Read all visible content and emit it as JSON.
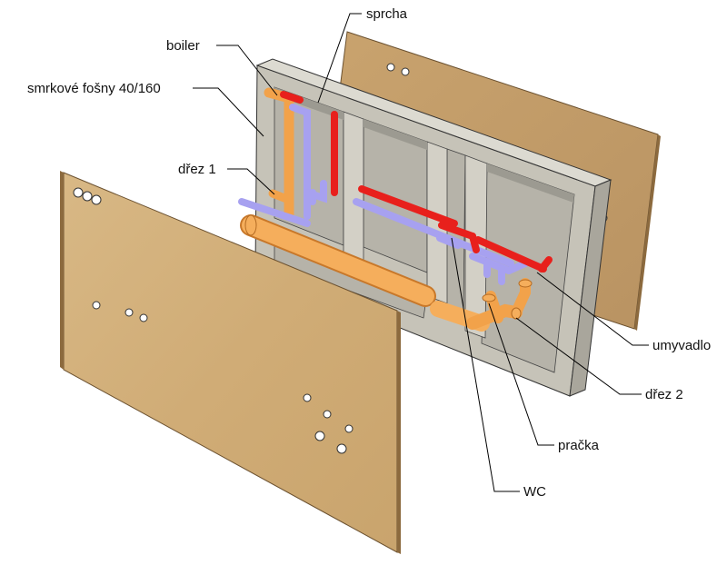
{
  "labels": {
    "sprcha": "sprcha",
    "boiler": "boiler",
    "smrkove_fosny": "smrkové fošny 40/160",
    "drez1": "dřez 1",
    "umyvadlo": "umyvadlo",
    "drez2": "dřez 2",
    "pracka": "pračka",
    "wc": "WC"
  },
  "colors": {
    "plywood": "#d4b27f",
    "plywood_dark": "#b8925e",
    "frame": "#c9c7bc",
    "frame_inner": "#bdbab0",
    "frame_shadow": "#9c9a91",
    "hot_pipe": "#e8201c",
    "cold_pipe": "#a7a1f0",
    "drain_pipe": "#f2a24a",
    "leader_line": "#000000"
  }
}
